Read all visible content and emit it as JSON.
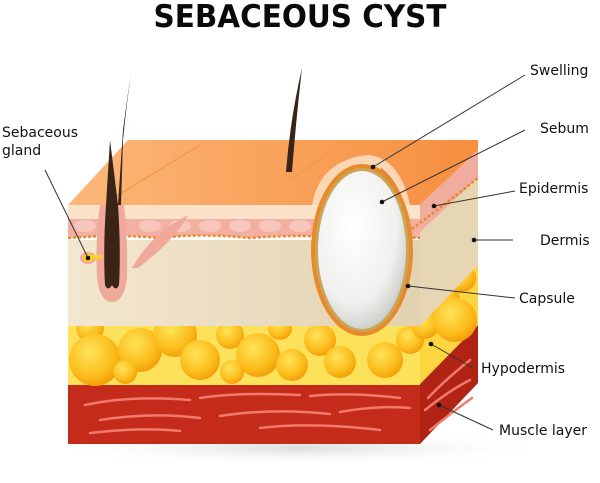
{
  "title": "SEBACEOUS CYST",
  "labels": {
    "sebaceous_gland": "Sebaceous\ngland",
    "swelling": "Swelling",
    "sebum": "Sebum",
    "epidermis": "Epidermis",
    "dermis": "Dermis",
    "capsule": "Capsule",
    "hypodermis": "Hypodermis",
    "muscle_layer": "Muscle layer"
  },
  "colors": {
    "skin_surface": "#f9a55c",
    "epidermis": "#f3b3a6",
    "dermis": "#ece0c6",
    "fat": "#fcc020",
    "muscle": "#c0291a",
    "muscle_fiber": "#f0766a",
    "cyst": "#f2f2f2",
    "hair": "#3a2418"
  }
}
